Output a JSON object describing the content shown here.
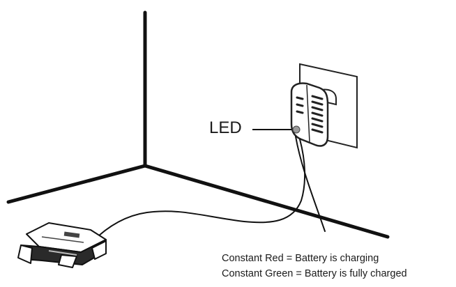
{
  "labels": {
    "led": "LED"
  },
  "legend": [
    "Constant Red = Battery is charging",
    "Constant Green = Battery is fully charged"
  ],
  "icons": {
    "wall_outlet": "wall-outlet-icon",
    "charger_adapter": "charger-adapter-icon",
    "battery_charger": "battery-charger-icon"
  }
}
